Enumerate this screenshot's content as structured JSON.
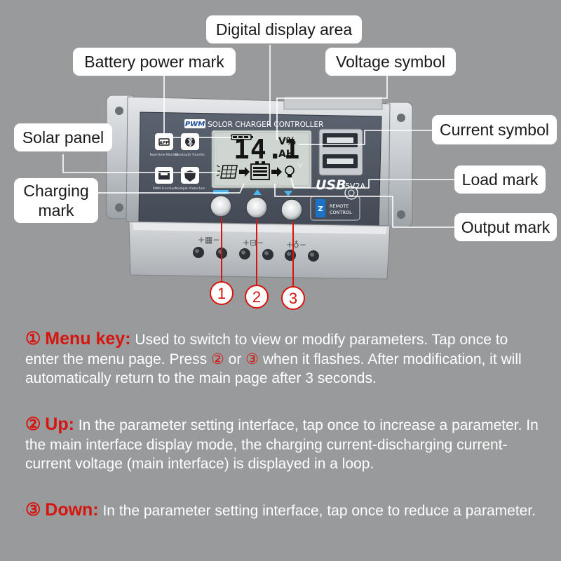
{
  "callouts": {
    "digital_display": "Digital display area",
    "battery_power": "Battery power mark",
    "voltage_symbol": "Voltage symbol",
    "solar_panel": "Solar panel",
    "current_symbol": "Current symbol",
    "charging_mark": "Charging\nmark",
    "load_mark": "Load mark",
    "output_mark": "Output mark"
  },
  "device": {
    "brand_badge": "PWM",
    "title": "SOLOR CHARGER CONTROLLER",
    "lcd_reading": "14.1",
    "lcd_unit_top": "V%",
    "lcd_unit_bottom": "AH",
    "usb_label": "USB",
    "usb_rating": "5V2A",
    "remote_line1": "REMOTE",
    "remote_line2": "CONTROL",
    "icon_labels": {
      "app": "APP",
      "app_caption": "Real-time Monitor",
      "bluetooth_caption": "Bluetooth Transfer",
      "pwm_caption": "PWM Function",
      "protection_caption": "Multiple Protection"
    }
  },
  "buttons": {
    "menu_number": "1",
    "up_number": "2",
    "down_number": "3"
  },
  "descriptions": {
    "menu": {
      "num": "①",
      "title": "Menu key:",
      "text": " Used to switch to view or modify parameters. Tap once to enter the menu page. Press ",
      "ref2": "②",
      "mid": " or ",
      "ref3": "③",
      "tail": " when it flashes. After modification, it will automatically return to the main page after 3 seconds."
    },
    "up": {
      "num": "②",
      "title": "Up:",
      "text": " In the parameter setting interface, tap once to increase a parameter. In the main interface display mode, the charging current-discharging current-current voltage (main interface) is displayed in a loop."
    },
    "down": {
      "num": "③",
      "title": "Down:",
      "text": " In the parameter setting interface, tap once to reduce a parameter."
    }
  },
  "colors": {
    "background": "#999a9b",
    "accent_red": "#d8140e",
    "panel": "#4d5562",
    "lcd": "#cfd6d2"
  }
}
